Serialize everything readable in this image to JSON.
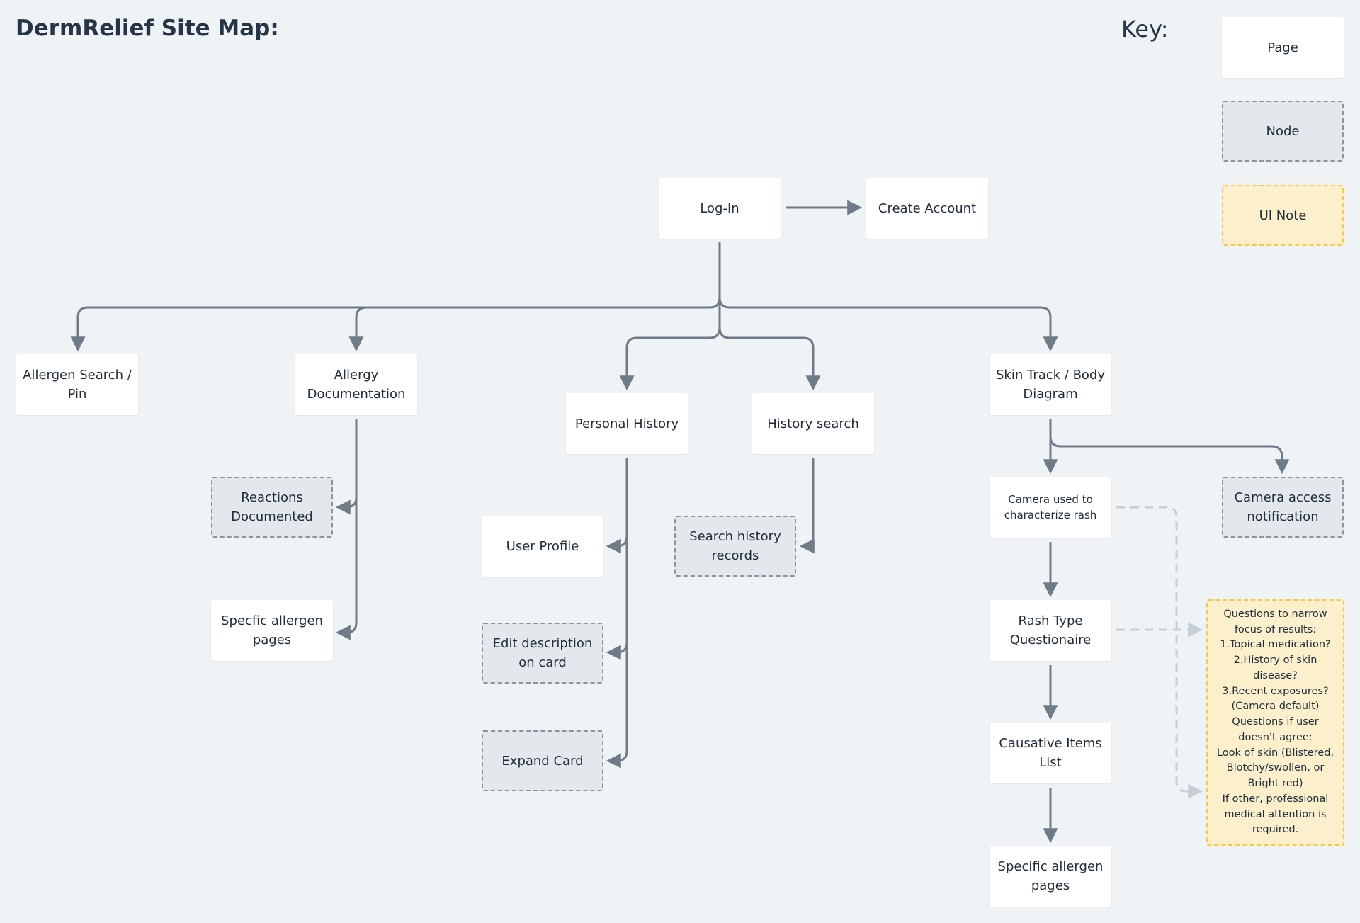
{
  "title": "DermRelief Site Map:",
  "key": {
    "title": "Key:",
    "page": "Page",
    "node": "Node",
    "ui_note": "UI Note"
  },
  "pages": {
    "login": "Log-In",
    "create_account": "Create Account",
    "allergen_search": "Allergen Search / Pin",
    "allergy_documentation": "Allergy Documentation",
    "personal_history": "Personal History",
    "history_search": "History search",
    "skin_track": "Skin Track / Body Diagram",
    "specific_allergen_pages_left": "Specfic allergen pages",
    "user_profile": "User Profile",
    "camera_rash": "Camera used to characterize rash",
    "rash_questionnaire": "Rash Type Questionaire",
    "causative_items": "Causative Items List",
    "specific_allergen_pages_right": "Specific allergen pages"
  },
  "nodes": {
    "reactions_documented": "Reactions Documented",
    "edit_description": "Edit description on card",
    "expand_card": "Expand Card",
    "search_history_records": "Search history records",
    "camera_access": "Camera access notification"
  },
  "note": {
    "text": "Questions to narrow focus of results:\n1.Topical medication?\n2.History of skin disease?\n3.Recent exposures? (Camera default)\nQuestions if user doesn't agree:\nLook of skin (Blistered, Blotchy/swollen, or Bright red)\nIf other, professional medical attention is required."
  },
  "colors": {
    "background": "#f0f3f6",
    "connector": "#6f7c88",
    "dashed_connector": "#c6ced6",
    "node_fill": "#e4e8ec",
    "note_fill": "#fcf0cc",
    "note_border": "#f2c94c"
  }
}
